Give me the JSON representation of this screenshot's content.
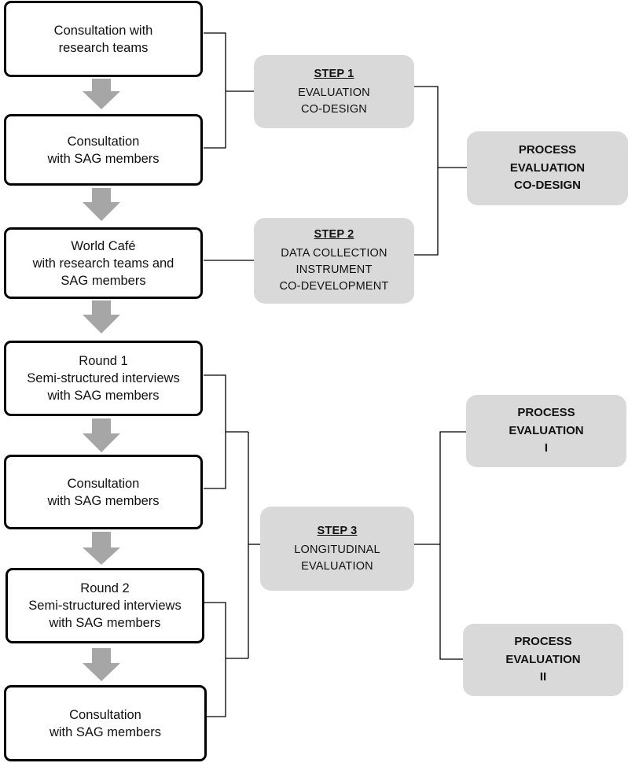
{
  "left_boxes": [
    {
      "id": "b1",
      "lines": [
        "Consultation with",
        "research teams"
      ]
    },
    {
      "id": "b2",
      "lines": [
        "Consultation",
        "with SAG members"
      ]
    },
    {
      "id": "b3",
      "lines": [
        "World Café",
        "with research teams and",
        "SAG members"
      ]
    },
    {
      "id": "b4",
      "lines": [
        "Round 1",
        "Semi-structured interviews",
        "with SAG members"
      ]
    },
    {
      "id": "b5",
      "lines": [
        "Consultation",
        "with SAG members"
      ]
    },
    {
      "id": "b6",
      "lines": [
        "Round 2",
        "Semi-structured interviews",
        "with SAG members"
      ]
    },
    {
      "id": "b7",
      "lines": [
        "Consultation",
        "with SAG members"
      ]
    }
  ],
  "steps": [
    {
      "id": "s1",
      "title": "STEP 1",
      "lines": [
        "EVALUATION",
        "CO-DESIGN"
      ]
    },
    {
      "id": "s2",
      "title": "STEP 2",
      "lines": [
        "DATA COLLECTION",
        "INSTRUMENT",
        "CO-DEVELOPMENT"
      ]
    },
    {
      "id": "s3",
      "title": "STEP 3",
      "lines": [
        "LONGITUDINAL",
        "EVALUATION"
      ]
    }
  ],
  "process_boxes": [
    {
      "id": "p1",
      "lines": [
        "PROCESS",
        "EVALUATION",
        "CO-DESIGN"
      ]
    },
    {
      "id": "p2",
      "lines": [
        "PROCESS",
        "EVALUATION",
        "I"
      ]
    },
    {
      "id": "p3",
      "lines": [
        "PROCESS",
        "EVALUATION",
        "II"
      ]
    }
  ],
  "colors": {
    "box_fill": "#d9d9d9",
    "arrow": "#a6a6a6",
    "border": "#000000"
  }
}
